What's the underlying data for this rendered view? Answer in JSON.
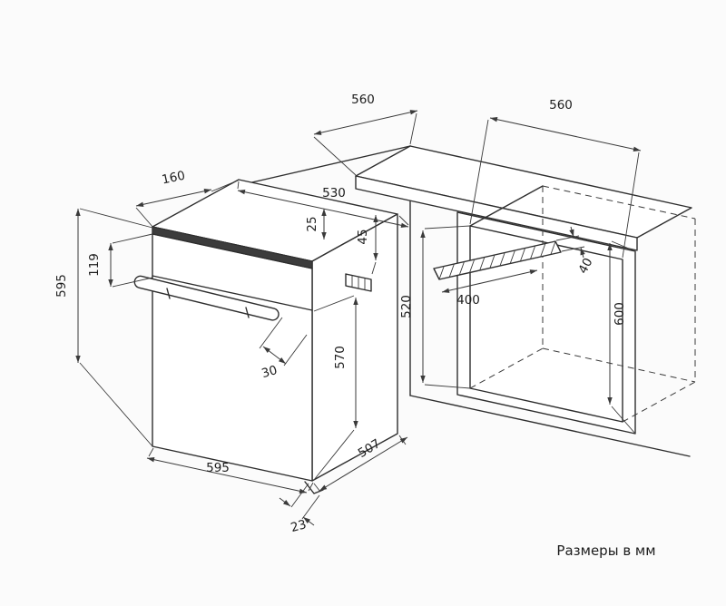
{
  "page": {
    "background": "#fbfbfb",
    "caption": "Размеры в мм"
  },
  "diagram": {
    "title": "Built-in oven installation dimensions",
    "units": "mm",
    "line_color": "#2e2e2e",
    "dims": {
      "counter_depth": "560",
      "niche_width": "560",
      "top_setback": "160",
      "oven_top_width": "530",
      "top_clearance": "25",
      "rear_top_clearance": "45",
      "oven_height": "595",
      "control_panel_height": "119",
      "niche_front_height": "520",
      "vent_length": "400",
      "vent_width": "40",
      "niche_height": "600",
      "door_height": "570",
      "handle_depth": "30",
      "oven_width": "595",
      "oven_depth": "507",
      "rear_step": "23"
    }
  }
}
